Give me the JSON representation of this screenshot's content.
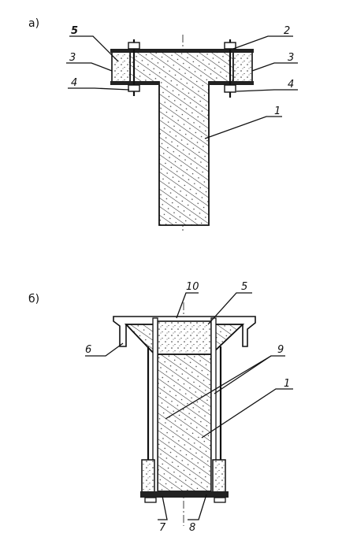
{
  "sections": {
    "a": "а)",
    "b": "б)"
  },
  "labels_a": {
    "l5": "5",
    "l3_left": "3",
    "l4_left": "4",
    "l2": "2",
    "l3_right": "3",
    "l4_right": "4",
    "l1": "1"
  },
  "labels_b": {
    "l10": "10",
    "l5": "5",
    "l6": "6",
    "l9": "9",
    "l1": "1",
    "l7": "7",
    "l8": "8"
  }
}
